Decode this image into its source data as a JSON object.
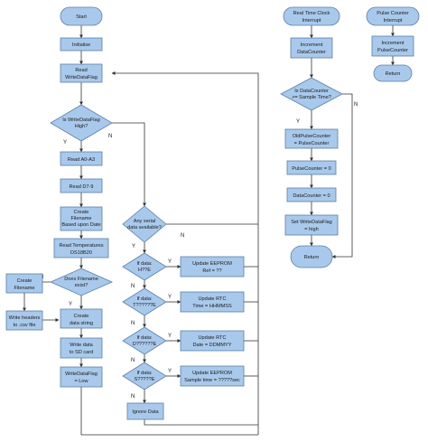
{
  "nodes": {
    "start": "Start",
    "init": "Initialise",
    "read_flag": [
      "Read",
      "WriteDataFlag"
    ],
    "is_flag_high": [
      "Is WriteDataFlag",
      "High?"
    ],
    "read_a0": "Read A0-A3",
    "read_d7": "Read D7-9",
    "create_filename": [
      "Create",
      "Filename",
      "Based upon Date"
    ],
    "read_temps": [
      "Read Temperatures",
      "DS18B20"
    ],
    "does_filename_exist": [
      "Does Filename",
      "exist?"
    ],
    "create_file": [
      "Create",
      "Filename"
    ],
    "write_headers": [
      "Write headers",
      "to .csv file"
    ],
    "create_data_string": [
      "Create",
      "data string"
    ],
    "write_data": [
      "Write data",
      "to SD card"
    ],
    "write_flag_low": [
      "WriteDataFlag",
      "= Low"
    ],
    "any_serial": [
      "Any serial",
      "data available?"
    ],
    "if_h": [
      "If data:",
      "H??E"
    ],
    "if_t": [
      "If data:",
      "T??????E"
    ],
    "if_d": [
      "If data:",
      "D??????E"
    ],
    "if_s": [
      "If data:",
      "S?????E"
    ],
    "upd_eeprom_ref": [
      "Update EEPROM",
      "Ref = ??"
    ],
    "upd_rtc_time": [
      "Update RTC",
      "Time = HHMMSS"
    ],
    "upd_rtc_date": [
      "Update RTC",
      "Date = DDMMYY"
    ],
    "upd_eeprom_sample": [
      "Update EEPROM",
      "Sample time = ?????sec"
    ],
    "ignore": "Ignore Data",
    "rtc_interrupt": [
      "Real Time Clock",
      "Interrupt"
    ],
    "inc_data_counter": [
      "Increment",
      "DataCounter"
    ],
    "is_data_counter": [
      "Is DataCounter",
      ">= Sample Time?"
    ],
    "old_pulse": [
      "OldPulseCounter",
      "= PulseCounter"
    ],
    "pulse_zero": "PulseCounter = 0",
    "data_zero": "DataCounter = 0",
    "set_flag_high": [
      "Set WriteDataFlag",
      "= high"
    ],
    "return1": "Return",
    "pulse_interrupt": [
      "Pulse Counter",
      "Interrupt"
    ],
    "inc_pulse": [
      "Increment",
      "PulseCounter"
    ],
    "return2": "Return"
  },
  "edge_labels": {
    "yes": "Y",
    "no": "N"
  },
  "colors": {
    "fill": "#a9c9ec",
    "stroke": "#5b7fa6",
    "line": "#333333"
  }
}
